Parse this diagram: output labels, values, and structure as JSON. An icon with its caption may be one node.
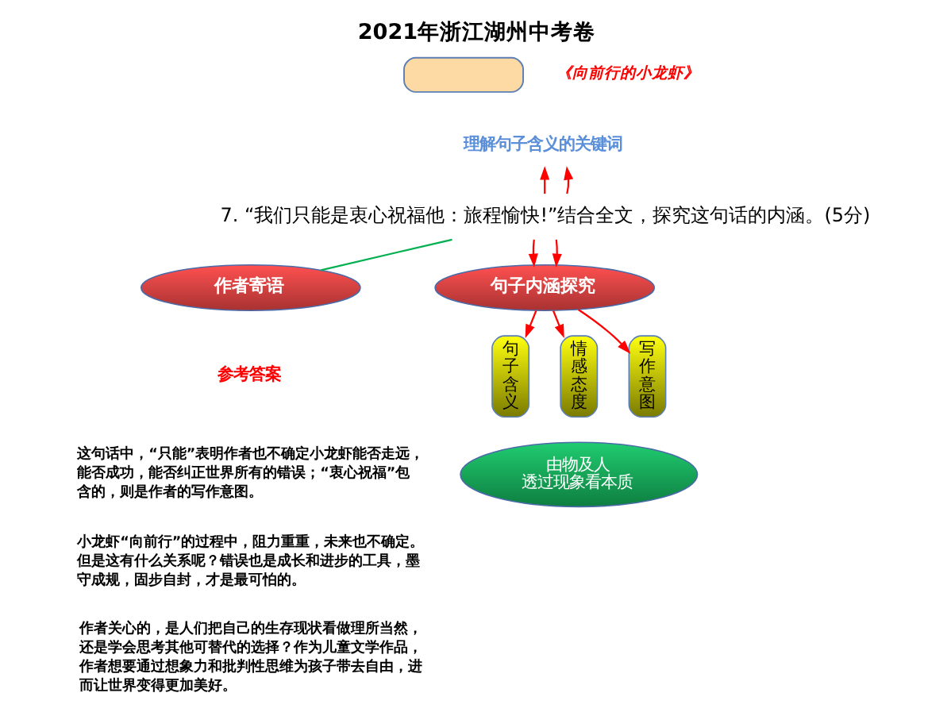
{
  "diagram": {
    "title": "2021年浙江湖州中考卷",
    "nodes": [
      {
        "text": [],
        "shape": "box"
      },
      {
        "text": [
          "理解句子含义的关键词"
        ]
      },
      {
        "text": [
          "7. “我们只能是衷心祝福他：旅程愉快!”结合全文，探究这句话的内涵。(5分)"
        ]
      },
      {
        "text": [
          "作者寄语"
        ]
      },
      {
        "text": [
          "句子内涵探究"
        ]
      },
      {
        "text": [
          "句子含义"
        ]
      },
      {
        "text": [
          "情感态度"
        ]
      },
      {
        "text": [
          "写作意图"
        ]
      },
      {
        "text": [
          "由物及人",
          "透过现象看本质"
        ]
      }
    ],
    "edges": [
      {
        "from": 2,
        "to": 1,
        "arrow": "to"
      },
      {
        "from": 2,
        "to": 1,
        "arrow": "to"
      },
      {
        "from": 2,
        "to": 3,
        "arrow": "none",
        "color": "#00b050"
      },
      {
        "from": 2,
        "to": 4,
        "arrow": "to"
      },
      {
        "from": 2,
        "to": 4,
        "arrow": "to"
      },
      {
        "from": 4,
        "to": 5,
        "arrow": "to"
      },
      {
        "from": 4,
        "to": 6,
        "arrow": "to"
      },
      {
        "from": 4,
        "to": 7,
        "arrow": "to"
      }
    ],
    "labels": [
      "《向前行的小龙虾》",
      "参考答案",
      "这句话中，“只能”表明作者也不确定小龙虾能否走远，能否成功，能否纠正世界所有的错误；“衷心祝福”包含的，则是作者的写作意图。",
      "小龙虾“向前行”的过程中，阻力重重，未来也不确定。但是这有什么关系呢？错误也是成长和进步的工具，墨守成规，固步自封，才是最可怕的。",
      "作者关心的，是人们把自己的生存现状看做理所当然，还是学会思考其他可替代的选择？作为儿童文学作品，作者想要通过想象力和批判性思维为孩子带去自由，进而让世界变得更加美好。"
    ]
  }
}
